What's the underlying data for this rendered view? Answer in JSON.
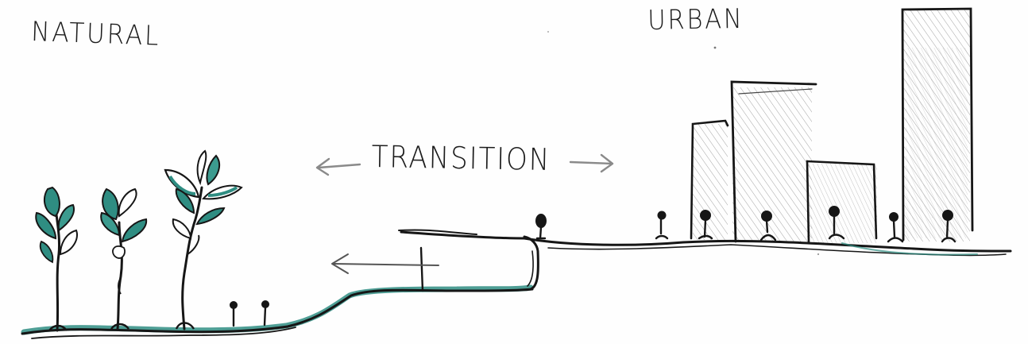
{
  "labels": {
    "natural": "NATURAL",
    "urban": "URBAN",
    "transition": "TRANSITION"
  },
  "colors": {
    "ink": "#161616",
    "teal": "#2f8d82",
    "grey_arrow": "#8a8a8a",
    "hatch": "#9a9a9a",
    "paper": "#fefefe"
  },
  "icons": {
    "transition_arrows": "double-headed-arrow",
    "ground_arrow": "left-arrow"
  }
}
